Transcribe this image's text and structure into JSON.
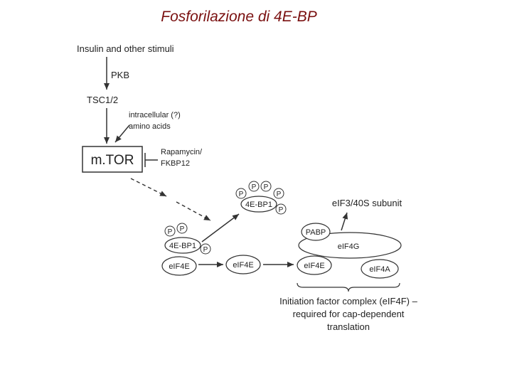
{
  "title": "Fosforilazione di 4E-BP",
  "labels": {
    "insulin": "Insulin and other stimuli",
    "pkb": "PKB",
    "tsc": "TSC1/2",
    "amino_line1": "intracellular (?)",
    "amino_line2": "amino acids",
    "mtor": "m.TOR",
    "rapamycin_line1": "Rapamycin/",
    "rapamycin_line2": "FKBP12",
    "bp1": "4E-BP1",
    "p": "P",
    "eif4e": "eIF4E",
    "eif3": "eIF3/40S subunit",
    "pabp": "PABP",
    "eif4g": "eIF4G",
    "eif4a": "eIF4A",
    "complex_line1": "Initiation factor complex (eIF4F) –",
    "complex_line2": "required for cap-dependent",
    "complex_line3": "translation"
  }
}
